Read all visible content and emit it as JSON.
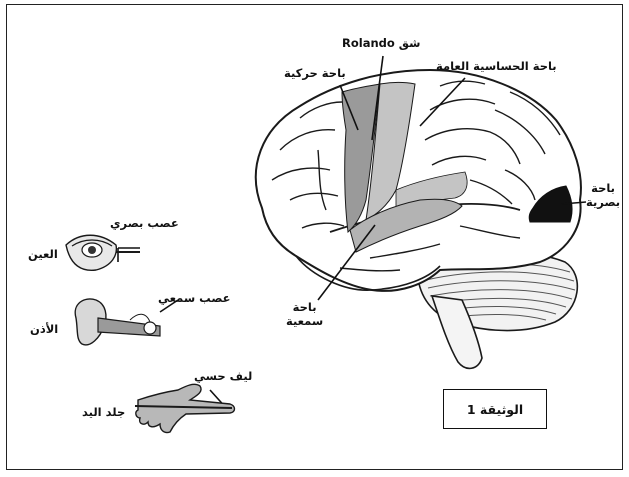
{
  "labels": {
    "rolando": "شق Rolando",
    "motor_area": "باحة حركية",
    "somatosensory_area": "باحة الحساسية العامة",
    "visual_area_line1": "باحة",
    "visual_area_line2": "بصرية",
    "auditory_area_line1": "باحة",
    "auditory_area_line2": "سمعية",
    "optic_nerve": "عصب بصري",
    "eye": "العين",
    "auditory_nerve": "عصب سمعي",
    "ear": "الأذن",
    "sensory_fiber": "ليف حسي",
    "hand_skin": "جلد اليد"
  },
  "document_title": "الوثيقة 1",
  "colors": {
    "outline": "#1a1a1a",
    "motor": "#9a9a9a",
    "sensory": "#c4c4c4",
    "auditory": "#b3b3b3",
    "visual": "#111111",
    "cerebellum_stripes": "#555555"
  }
}
